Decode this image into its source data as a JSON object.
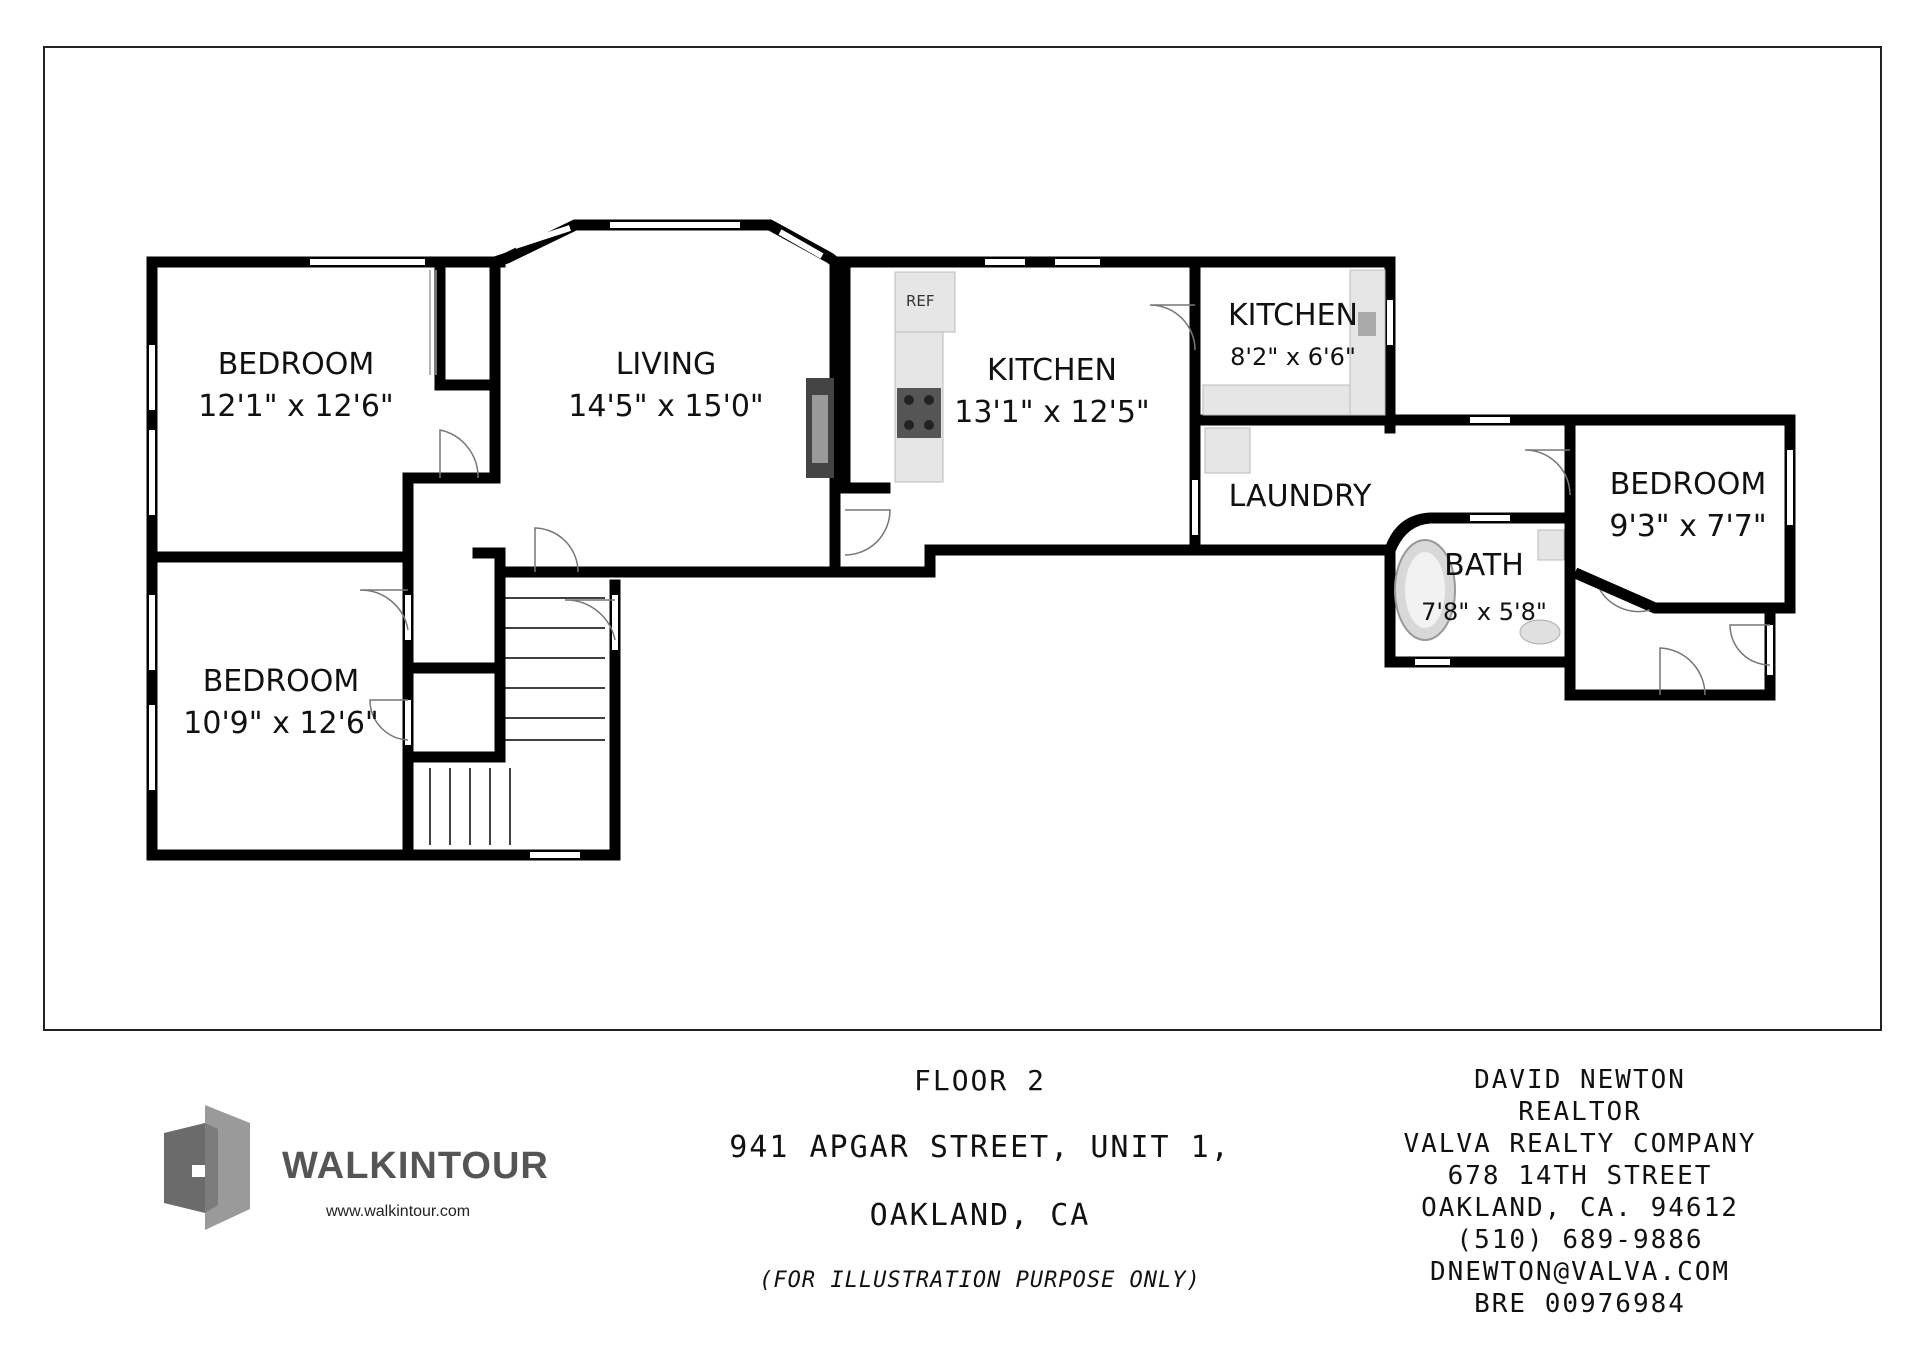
{
  "rooms": {
    "bedroom_1": {
      "name": "BEDROOM",
      "dims": "12'1\" x 12'6\""
    },
    "living": {
      "name": "LIVING",
      "dims": "14'5\" x 15'0\""
    },
    "kitchen_1": {
      "name": "KITCHEN",
      "dims": "13'1\" x 12'5\""
    },
    "kitchen_2": {
      "name": "KITCHEN",
      "dims": "8'2\" x 6'6\""
    },
    "laundry": {
      "name": "LAUNDRY"
    },
    "bath": {
      "name": "BATH",
      "dims": "7'8\" x 5'8\""
    },
    "bedroom_3": {
      "name": "BEDROOM",
      "dims": "9'3\" x 7'7\""
    },
    "bedroom_2": {
      "name": "BEDROOM",
      "dims": "10'9\" x 12'6\""
    }
  },
  "fixtures": {
    "ref_label": "REF"
  },
  "footer": {
    "floor": "FLOOR 2",
    "address_line1": "941 APGAR STREET, UNIT 1,",
    "address_line2": "OAKLAND, CA",
    "disclaimer": "(FOR ILLUSTRATION PURPOSE ONLY)"
  },
  "contact": {
    "name": "DAVID NEWTON",
    "title": "REALTOR",
    "company": "VALVA REALTY COMPANY",
    "street": "678 14TH STREET",
    "city": "OAKLAND, CA. 94612",
    "phone": "(510) 689-9886",
    "email": "DNEWTON@VALVA.COM",
    "license": "BRE 00976984"
  },
  "logo": {
    "brand": "WALKINTOUR",
    "url": "www.walkintour.com",
    "colors": {
      "dark": "#555555",
      "light": "#9a9a9a"
    }
  }
}
